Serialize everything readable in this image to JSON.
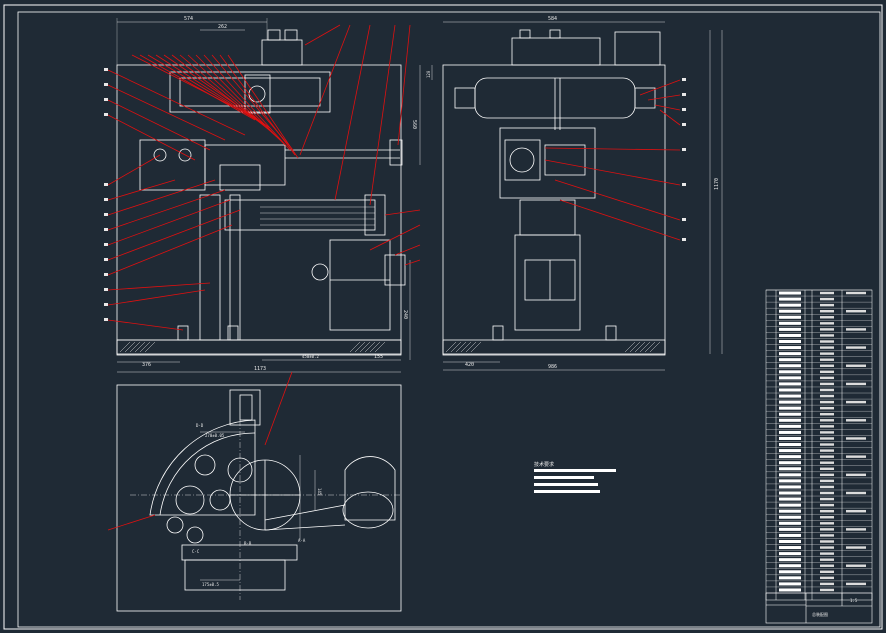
{
  "drawing": {
    "colors": {
      "background": "#1f2a35",
      "line": "#ffffff",
      "leader": "#e01010",
      "fill_white": "#ffffff"
    },
    "front_view": {
      "dims": {
        "top_overall": "574",
        "top_inner": "262",
        "bottom_left": "376",
        "bottom_overall": "1173",
        "bottom_mid": "450±0.2",
        "bottom_right": "155",
        "right_upper": "560",
        "right_lower": "240"
      }
    },
    "side_view": {
      "dims": {
        "top": "584",
        "bottom_left": "420",
        "bottom_overall": "986",
        "right_height": "1170",
        "left_small": "120"
      }
    },
    "plan_view": {
      "labels": {
        "section_dd": "D-D",
        "section_cc": "C-C",
        "section_bb": "B-B",
        "section_aa": "A-A",
        "dim_top": "270±0.05",
        "dim_bottom": "175±0.5",
        "dim_side": "145"
      }
    },
    "tech_requirements": {
      "title": "技术要求"
    },
    "title_block": {
      "drawing_name": "总装配图",
      "scale": "1:5"
    }
  }
}
